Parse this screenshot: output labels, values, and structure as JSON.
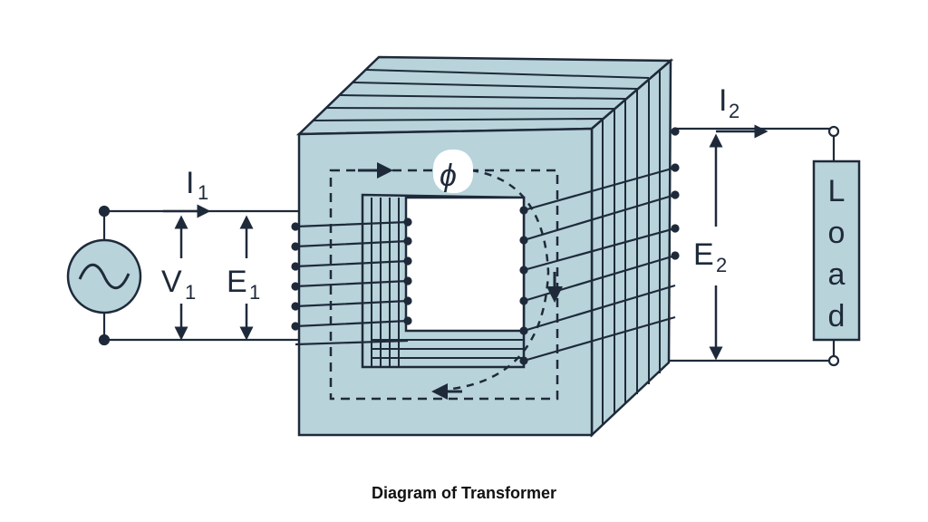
{
  "labels": {
    "i1": "I",
    "i1_sub": "1",
    "v1": "V",
    "v1_sub": "1",
    "e1": "E",
    "e1_sub": "1",
    "e2": "E",
    "e2_sub": "2",
    "i2": "I",
    "i2_sub": "2",
    "phi": "ϕ",
    "load": [
      "L",
      "o",
      "a",
      "d"
    ]
  },
  "caption": "Diagram of Transformer",
  "colors": {
    "core": "#b8d3da",
    "line": "#1e2a3a"
  }
}
